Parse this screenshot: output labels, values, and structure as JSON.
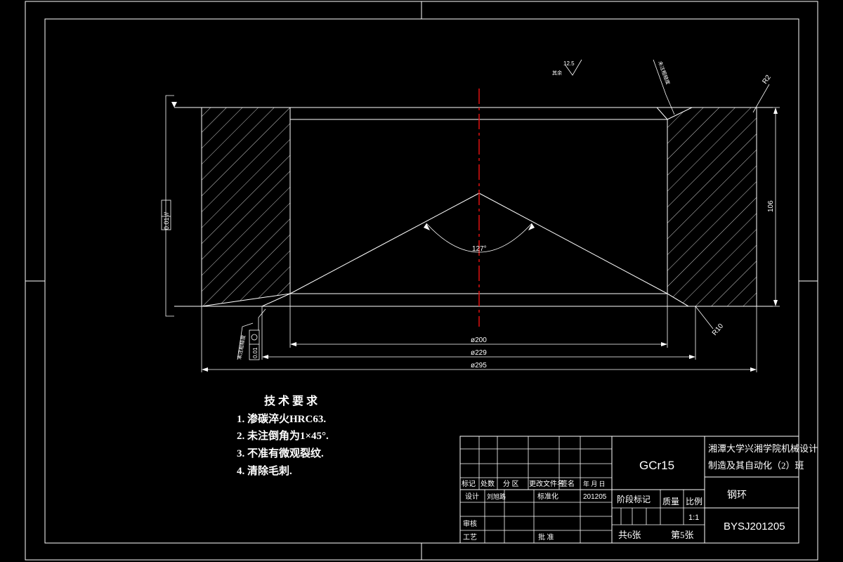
{
  "drawing": {
    "roughness_value": "12.5",
    "roughness_label": "其余",
    "datum_note_top": "未注粗糙度",
    "datum_note_bottom": "未注粗糙度",
    "fillet_top": "R2",
    "fillet_bottom": "R10",
    "height_dim": "106",
    "parallel_tol": "0.01 //",
    "angle_dim": "127°",
    "dia_inner": "ø200",
    "dia_mid": "ø229",
    "dia_outer": "ø295",
    "flatness_tol": "0.01"
  },
  "requirements": {
    "title": "技 术 要 求",
    "items": [
      "1.  渗碳淬火HRC63.",
      "2.  未注倒角为1×45°.",
      "3.  不准有微观裂纹.",
      "4.  清除毛刺."
    ]
  },
  "title_block": {
    "material": "GCr15",
    "school_line1": "湘潭大学兴湘学院机械设计",
    "school_line2": "制造及其自动化（2）班",
    "part_name": "钢环",
    "drawing_no": "BYSJ201205",
    "scale": "1:1",
    "scale_label": "比例",
    "stage_label": "阶段标记",
    "mass_label": "质量",
    "sheets_total": "共6张",
    "sheet_no": "第5张",
    "col_mark": "标记",
    "col_count": "处数",
    "col_zone": "分  区",
    "col_doc": "更改文件名",
    "col_sign": "签名",
    "col_date": "年  月  日",
    "design_label": "设计",
    "designer": "刘旭路",
    "std_label": "标准化",
    "date_value": "201205",
    "review_label": "审核",
    "process_label": "工艺",
    "approve_label": "批  准"
  }
}
